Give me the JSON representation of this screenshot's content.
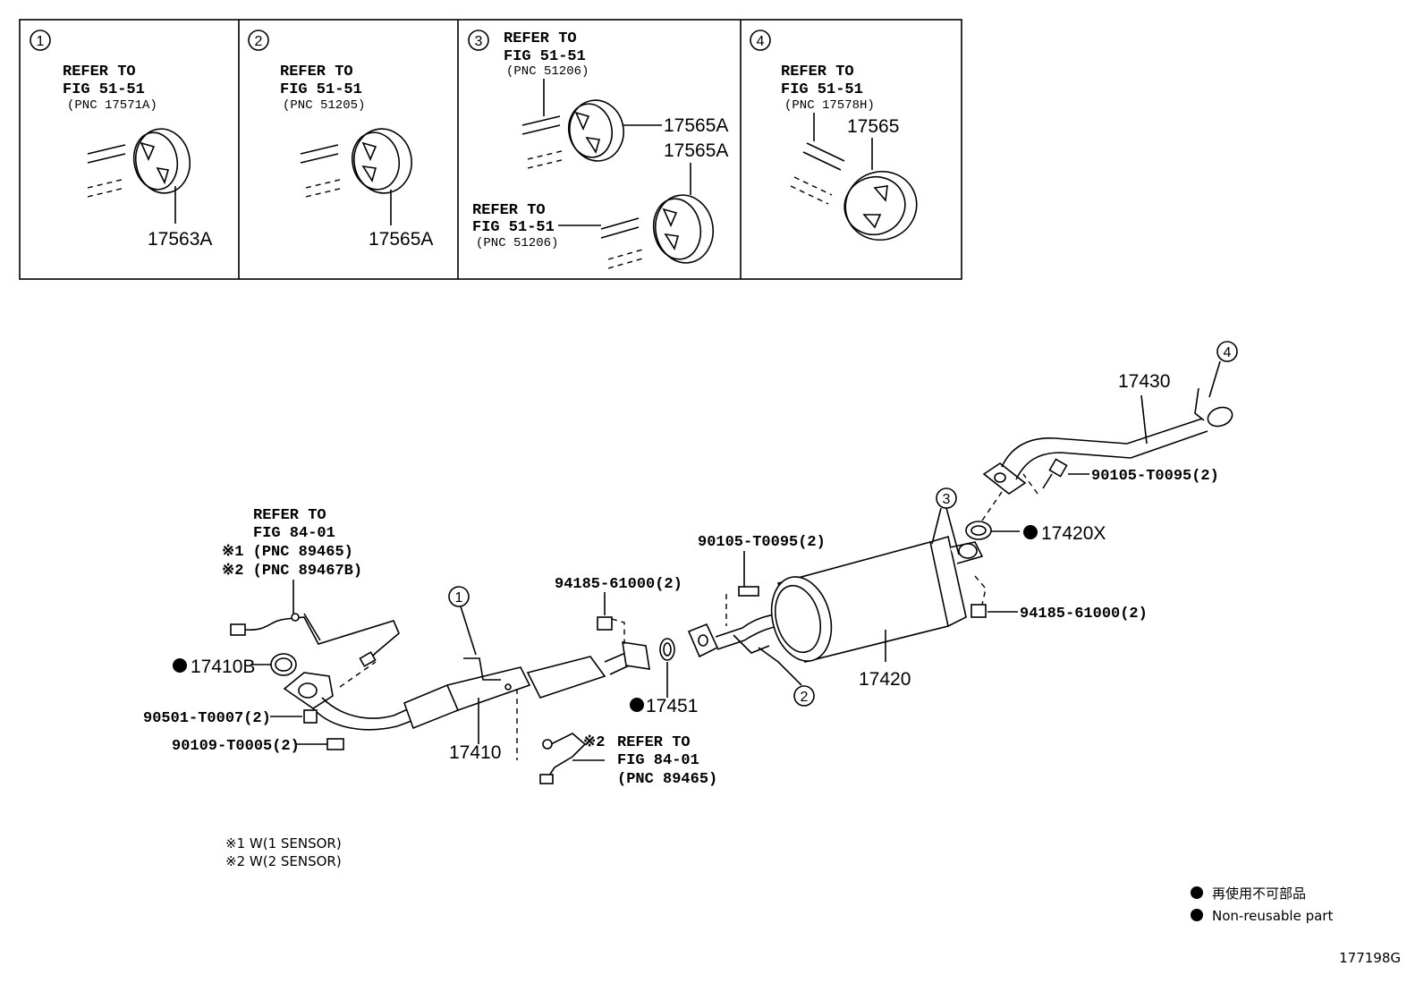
{
  "panels": [
    {
      "num": "1",
      "refer": "REFER TO",
      "fig": "FIG 51-51",
      "pnc": "(PNC 17571A)",
      "part": "17563A"
    },
    {
      "num": "2",
      "refer": "REFER TO",
      "fig": "FIG 51-51",
      "pnc": "(PNC 51205)",
      "part": "17565A"
    },
    {
      "num": "3",
      "refer": "REFER TO",
      "fig": "FIG 51-51",
      "pnc": "(PNC 51206)",
      "part": "17565A",
      "part2": "17565A",
      "refer2": "REFER TO",
      "fig2": "FIG 51-51",
      "pnc2": "(PNC 51206)"
    },
    {
      "num": "4",
      "refer": "REFER TO",
      "fig": "FIG 51-51",
      "pnc": "(PNC 17578H)",
      "part": "17565"
    }
  ],
  "main": {
    "sensor_ref": {
      "refer": "REFER TO",
      "fig": "FIG 84-01",
      "line1": "※1 (PNC 89465)",
      "line2": "※2 (PNC 89467B)"
    },
    "sensor_ref2": {
      "mark": "※2",
      "refer": "REFER TO",
      "fig": "FIG 84-01",
      "pnc": "(PNC 89465)"
    },
    "parts": {
      "p17410B": "17410B",
      "p90501": "90501-T0007(2)",
      "p90109": "90109-T0005(2)",
      "p17410": "17410",
      "p94185a": "94185-61000(2)",
      "p17451": "17451",
      "p90105a": "90105-T0095(2)",
      "p17420": "17420",
      "p94185b": "94185-61000(2)",
      "p17420X": "17420X",
      "p90105b": "90105-T0095(2)",
      "p17430": "17430"
    },
    "callouts": {
      "c1": "1",
      "c2": "2",
      "c3": "3",
      "c4": "4"
    }
  },
  "notes": {
    "n1": "※1 W(1 SENSOR)",
    "n2": "※2 W(2 SENSOR)"
  },
  "legend": {
    "jp": "再使用不可部品",
    "en": "Non-reusable part"
  },
  "figure_id": "177198G"
}
